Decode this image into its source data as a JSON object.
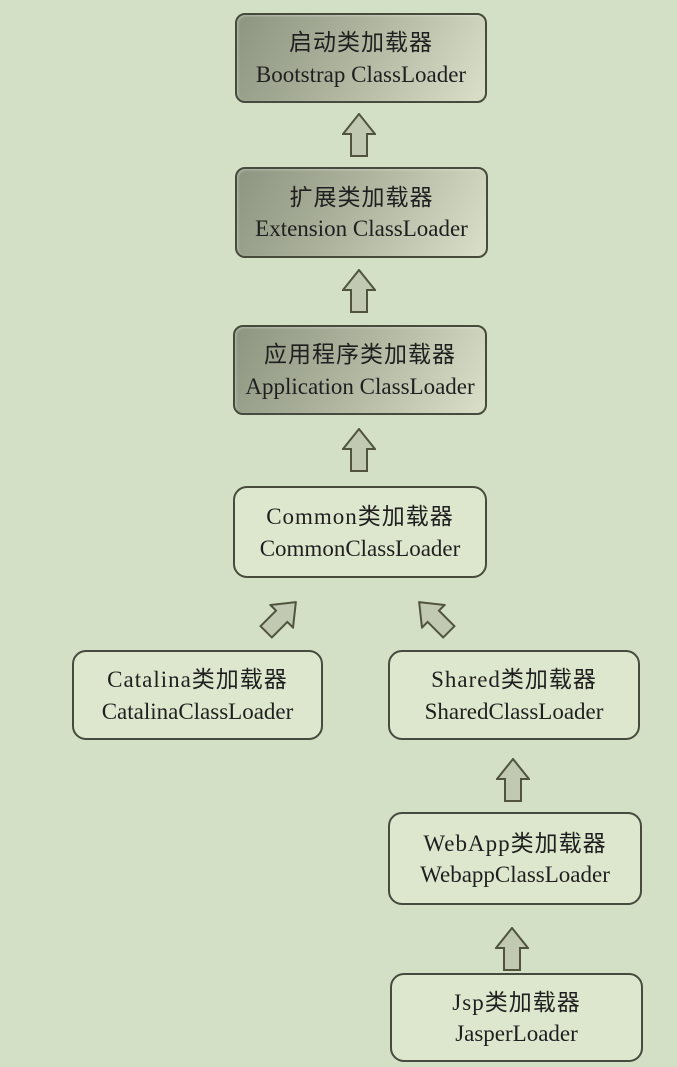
{
  "colors": {
    "background": "#d4e0c6",
    "box_fill": "#dce7cd",
    "box_border": "#474b3e",
    "gradient_start": "#8d9580",
    "gradient_mid": "#adb39d",
    "gradient_end": "#d9dfc8",
    "arrow_fill": "#c2c9b3",
    "arrow_border": "#50543f",
    "text": "#1f1f1f"
  },
  "nodes": {
    "bootstrap": {
      "zh": "启动类加载器",
      "en": "Bootstrap ClassLoader"
    },
    "extension": {
      "zh": "扩展类加载器",
      "en": "Extension ClassLoader"
    },
    "application": {
      "zh": "应用程序类加载器",
      "en": "Application ClassLoader"
    },
    "common": {
      "zh": "Common类加载器",
      "en": "CommonClassLoader"
    },
    "catalina": {
      "zh": "Catalina类加载器",
      "en": "CatalinaClassLoader"
    },
    "shared": {
      "zh": "Shared类加载器",
      "en": "SharedClassLoader"
    },
    "webapp": {
      "zh": "WebApp类加载器",
      "en": "WebappClassLoader"
    },
    "jsp": {
      "zh": "Jsp类加载器",
      "en": "JasperLoader"
    }
  },
  "edges": [
    {
      "from": "extension",
      "to": "bootstrap",
      "icon": "up-arrow-icon"
    },
    {
      "from": "application",
      "to": "extension",
      "icon": "up-arrow-icon"
    },
    {
      "from": "common",
      "to": "application",
      "icon": "up-arrow-icon"
    },
    {
      "from": "catalina",
      "to": "common",
      "icon": "up-right-arrow-icon"
    },
    {
      "from": "shared",
      "to": "common",
      "icon": "up-left-arrow-icon"
    },
    {
      "from": "webapp",
      "to": "shared",
      "icon": "up-arrow-icon"
    },
    {
      "from": "jsp",
      "to": "webapp",
      "icon": "up-arrow-icon"
    }
  ]
}
